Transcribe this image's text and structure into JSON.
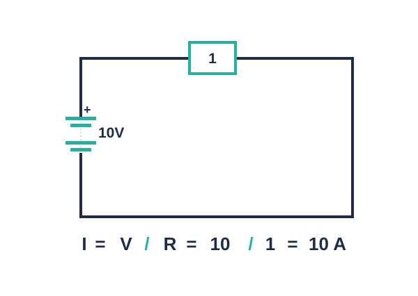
{
  "colors": {
    "wire": "#1e2d47",
    "accent": "#27b0a0",
    "background": "#ffffff"
  },
  "resistor": {
    "label": "1"
  },
  "battery": {
    "plus": "+",
    "voltage": "10V"
  },
  "equation": [
    {
      "text": "I",
      "accent": false
    },
    {
      "text": "=",
      "accent": false
    },
    {
      "text": "V",
      "accent": false
    },
    {
      "text": "/",
      "accent": true
    },
    {
      "text": "R",
      "accent": false
    },
    {
      "text": "=",
      "accent": false
    },
    {
      "text": "10",
      "accent": false
    },
    {
      "text": "/",
      "accent": true
    },
    {
      "text": "1",
      "accent": false
    },
    {
      "text": "=",
      "accent": false
    },
    {
      "text": "10 A",
      "accent": false
    }
  ]
}
